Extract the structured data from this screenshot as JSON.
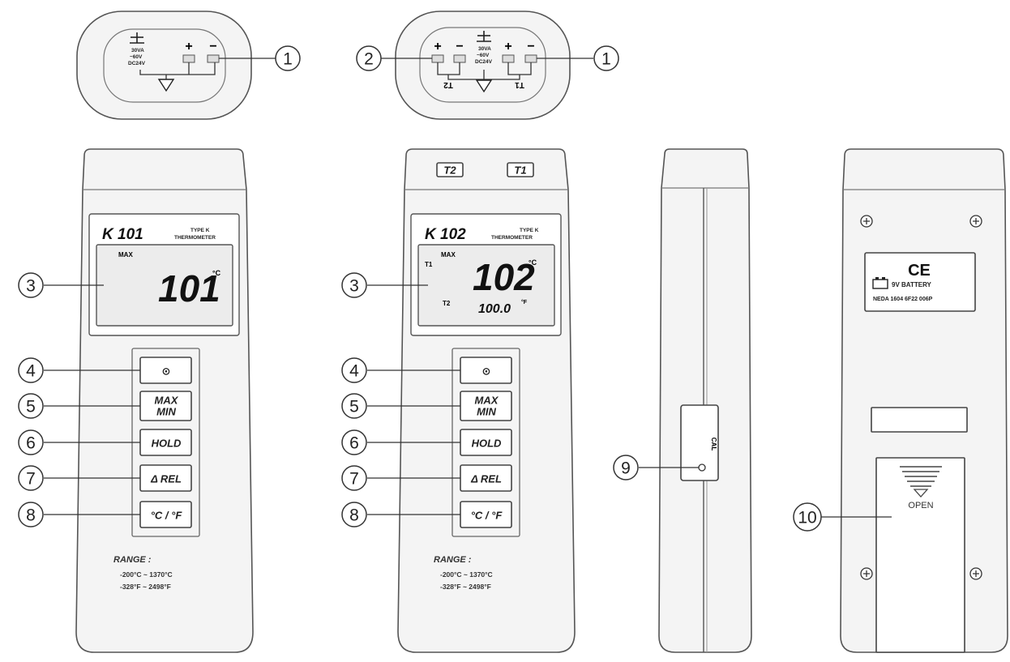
{
  "callouts": [
    "1",
    "2",
    "3",
    "4",
    "5",
    "6",
    "7",
    "8",
    "9",
    "10"
  ],
  "meter_k101": {
    "model": "K 101",
    "type_line1": "TYPE K",
    "type_line2": "THERMOMETER",
    "lcd_mode": "MAX",
    "lcd_reading": "101",
    "lcd_unit": "°C"
  },
  "meter_k102": {
    "model": "K 102",
    "type_line1": "TYPE K",
    "type_line2": "THERMOMETER",
    "lcd_mode": "MAX",
    "lcd_t1": "T1",
    "lcd_t2": "T2",
    "lcd_reading": "102",
    "lcd_unit": "°C",
    "lcd_secondary": "100.0",
    "lcd_secondary_unit": "°F",
    "input_labels": [
      "T2",
      "T1"
    ]
  },
  "top_view": {
    "plus": "+",
    "minus": "−",
    "warn_line1": "30VA",
    "warn_line2": "~60V",
    "warn_line3": "DC24V",
    "t1": "T1",
    "t2": "T2"
  },
  "buttons": {
    "power": "⊙",
    "maxmin_line1": "MAX",
    "maxmin_line2": "MIN",
    "hold": "HOLD",
    "rel": "Δ REL",
    "unit": "°C / °F"
  },
  "range": {
    "title": "RANGE :",
    "celsius": "-200°C ~ 1370°C",
    "fahrenheit": "-328°F ~ 2498°F"
  },
  "side_view": {
    "cal_label": "CAL"
  },
  "back_view": {
    "ce_mark": "CE",
    "battery_line1": "9V BATTERY",
    "battery_line2": "NEDA 1604 6F22 006P",
    "open_label": "OPEN"
  }
}
